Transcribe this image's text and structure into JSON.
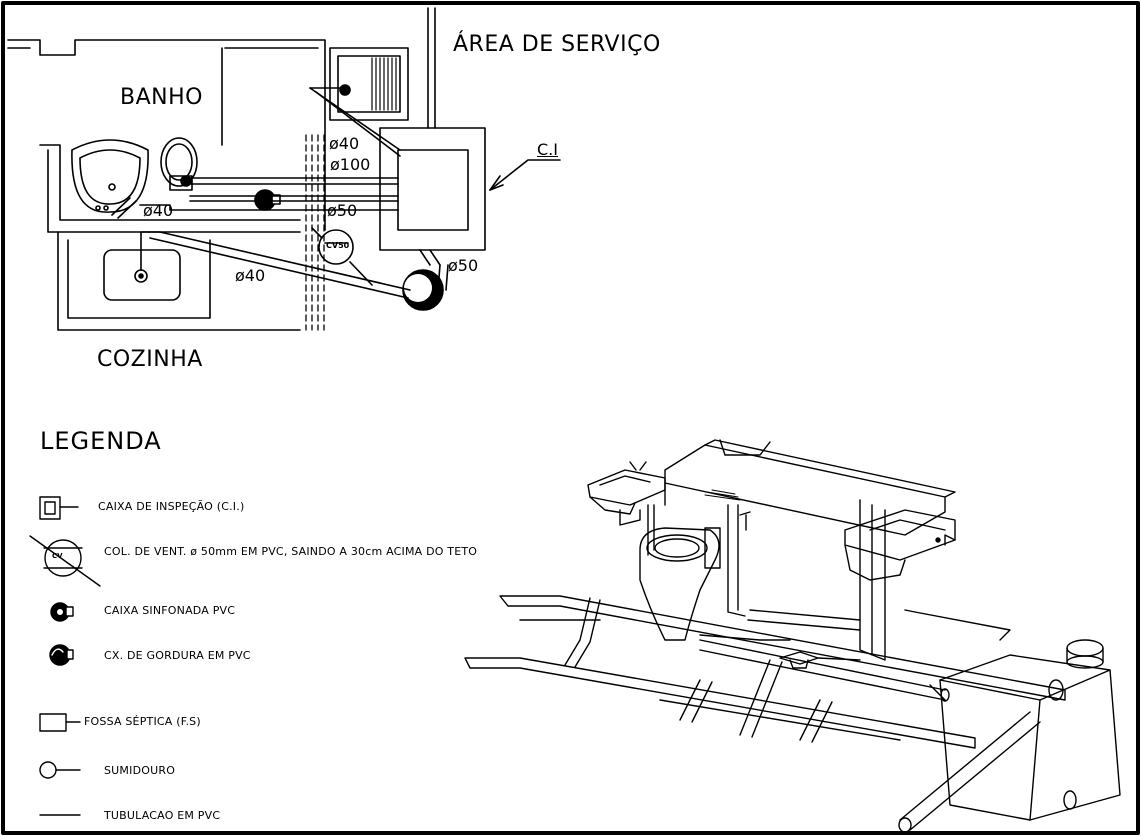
{
  "plan": {
    "area_servico": "ÁREA DE SERVIÇO",
    "banho": "BANHO",
    "cozinha": "COZINHA",
    "ci_label": "C.I",
    "cv_label": "CV50",
    "dims": {
      "d40_top": "ø40",
      "d100": "ø100",
      "d50_mid": "ø50",
      "d40_sink": "ø40",
      "d50_right": "ø50",
      "d40_bottom": "ø40"
    }
  },
  "legend": {
    "title": "LEGENDA",
    "items": [
      {
        "icon": "inspection-box-icon",
        "text": "CAIXA DE INSPEÇÃO  (C.I.)"
      },
      {
        "icon": "vent-column-icon",
        "icon_text": "CV",
        "text": "COL. DE VENT. ø 50mm EM PVC, SAINDO A 30cm ACIMA DO TETO"
      },
      {
        "icon": "siphon-box-icon",
        "text": "CAIXA SINFONADA PVC"
      },
      {
        "icon": "grease-box-icon",
        "text": "CX. DE GORDURA EM PVC"
      },
      {
        "icon": "septic-tank-icon",
        "text": "FOSSA SÉPTICA  (F.S)"
      },
      {
        "icon": "sink-hole-icon",
        "text": "SUMIDOURO"
      },
      {
        "icon": "pvc-pipe-icon",
        "text": "TUBULACAO EM PVC"
      }
    ]
  },
  "colors": {
    "ink": "#000000",
    "paper": "#ffffff"
  }
}
